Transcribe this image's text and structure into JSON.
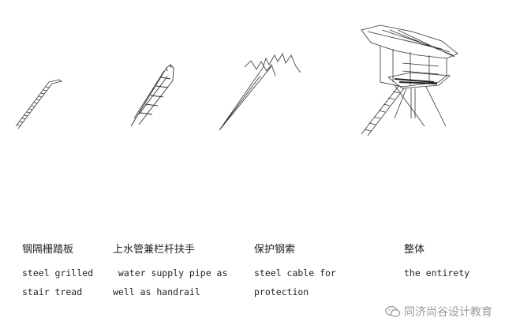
{
  "panels": [
    {
      "zh": "钢隔栅踏板",
      "en": [
        "steel grilled",
        "stair tread"
      ]
    },
    {
      "zh": "上水管兼栏杆扶手",
      "en": [
        " water supply pipe as",
        "well as handrail"
      ]
    },
    {
      "zh": "保护钢索",
      "en": [
        "steel cable for",
        "protection"
      ]
    },
    {
      "zh": "整体",
      "en": [
        "the entirety"
      ]
    }
  ],
  "watermark": {
    "text": "同济尚谷设计教育",
    "icon": "wechat-icon"
  }
}
